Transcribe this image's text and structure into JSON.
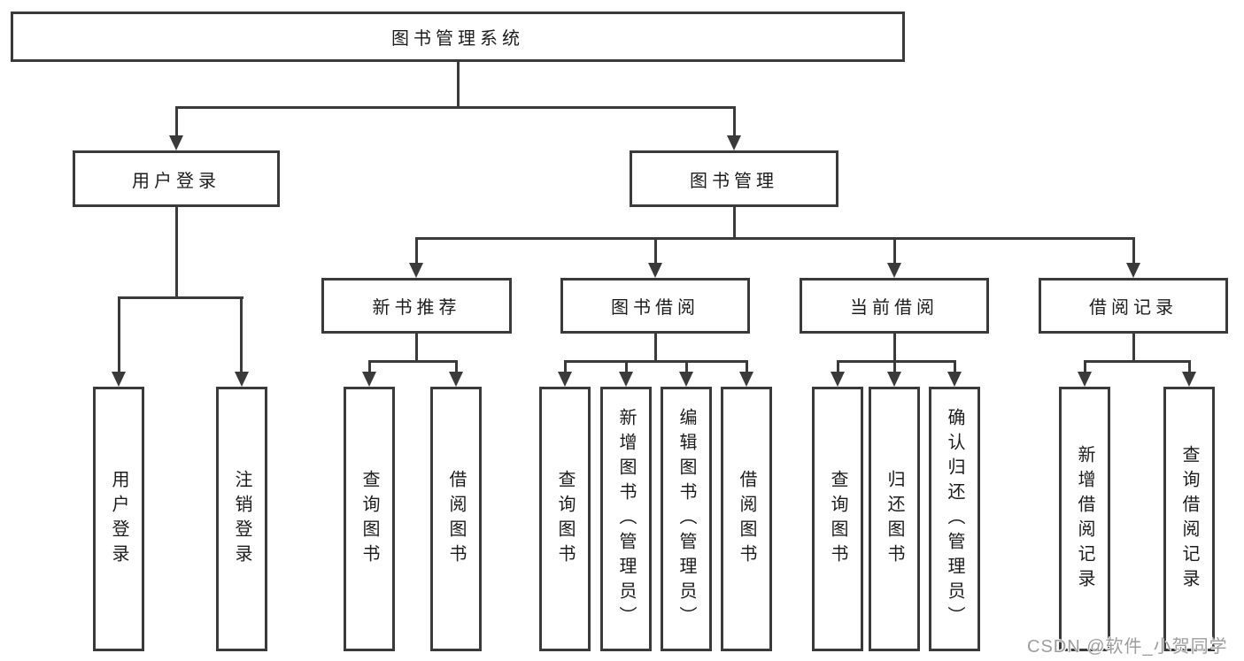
{
  "diagram": {
    "root": "图书管理系统",
    "level2": [
      "用户登录",
      "图书管理"
    ],
    "level3": [
      "新书推荐",
      "图书借阅",
      "当前借阅",
      "借阅记录"
    ],
    "leaves": [
      "用户登录",
      "注销登录",
      "查询图书",
      "借阅图书",
      "查询图书",
      "新增图书（管理员）",
      "编辑图书（管理员）",
      "借阅图书",
      "查询图书",
      "归还图书",
      "确认归还（管理员）",
      "新增借阅记录",
      "查询借阅记录"
    ]
  },
  "watermark": "CSDN @软件_小贺同学",
  "colors": {
    "line": "#3a3a3a",
    "text": "#1c1c1c",
    "watermark_gray": "#9d9d9d",
    "background": "#ffffff"
  }
}
